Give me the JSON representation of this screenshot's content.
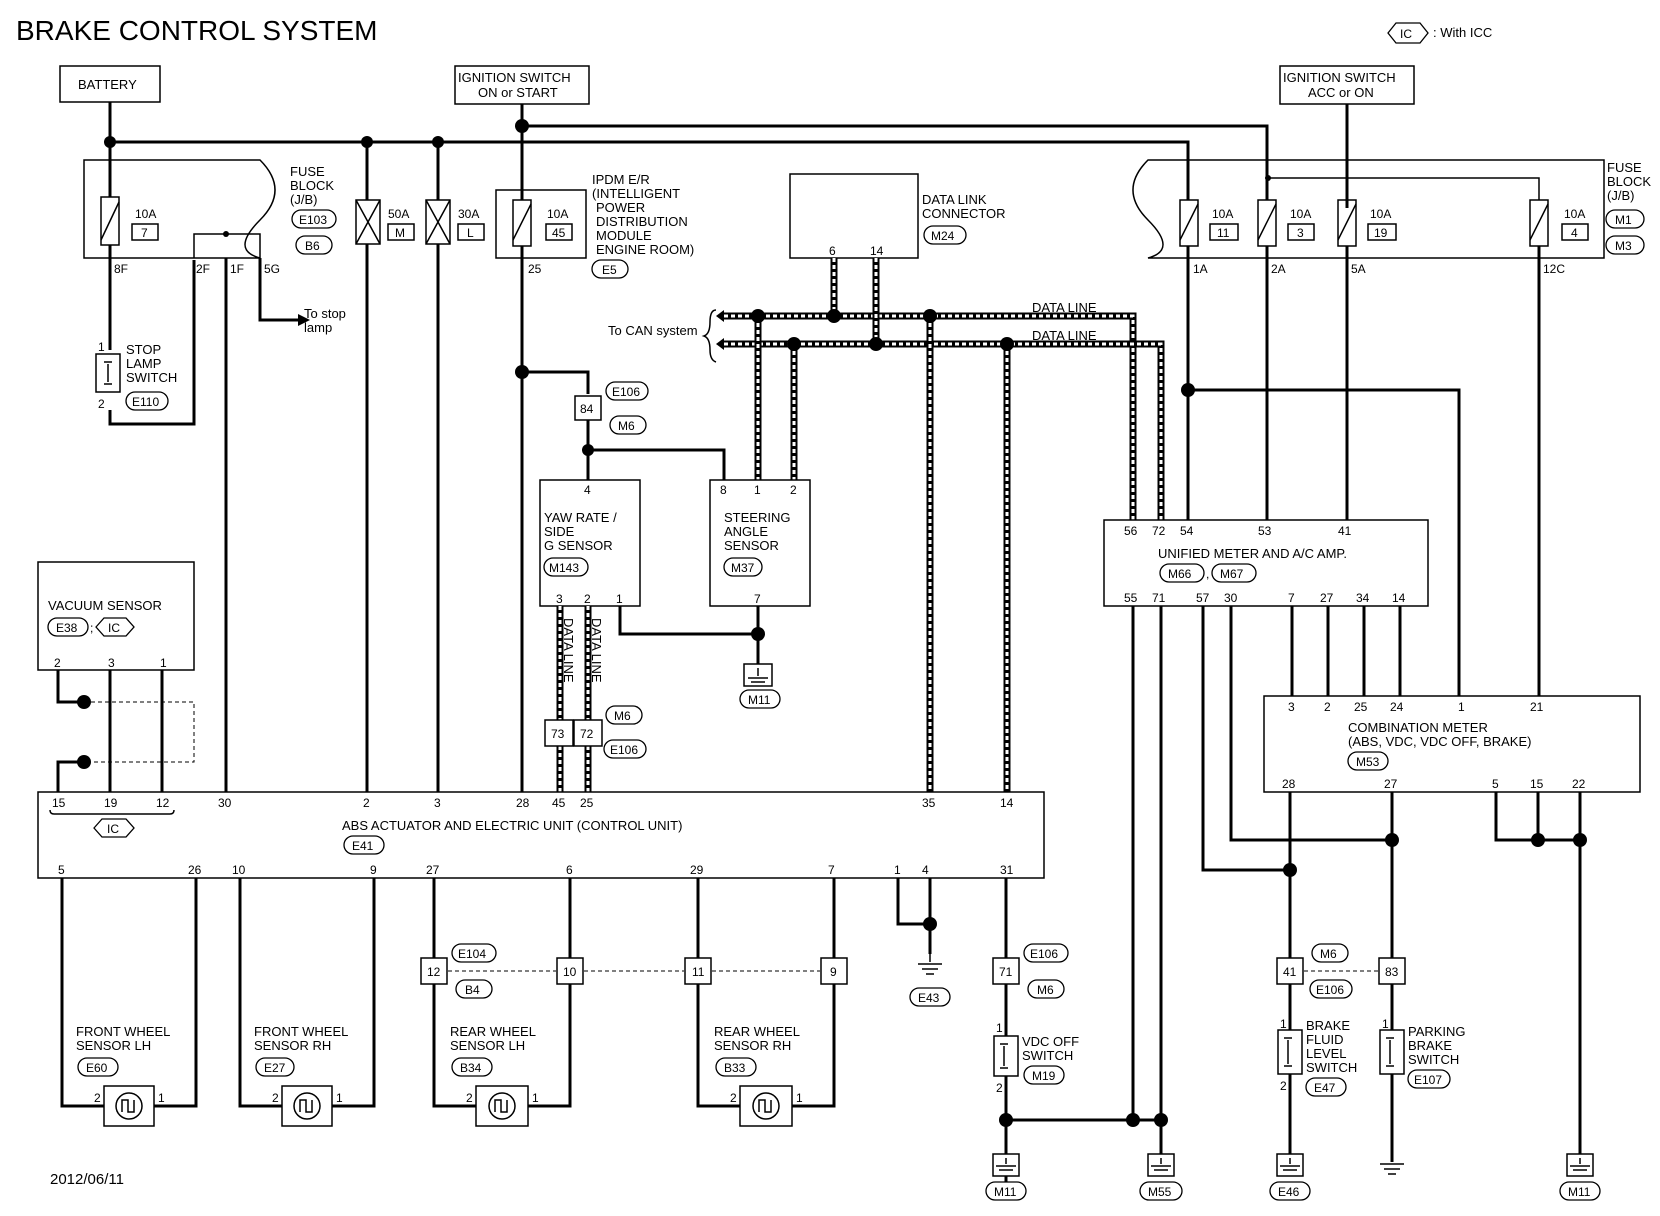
{
  "title": "BRAKE CONTROL SYSTEM",
  "legend": {
    "symbol": "IC",
    "text": ": With ICC"
  },
  "date": "2012/06/11",
  "labels": {
    "battery": "BATTERY",
    "ign_on_start": [
      "IGNITION SWITCH",
      "ON or START"
    ],
    "ign_acc_on": [
      "IGNITION SWITCH",
      "ACC or ON"
    ],
    "fuse_block_left": [
      "FUSE",
      "BLOCK",
      "(J/B)"
    ],
    "fuse_block_right": [
      "FUSE",
      "BLOCK",
      "(J/B)"
    ],
    "ipdm": [
      "IPDM E/R",
      "(INTELLIGENT",
      "POWER",
      "DISTRIBUTION",
      "MODULE",
      "ENGINE ROOM)"
    ],
    "data_link": [
      "DATA LINK",
      "CONNECTOR"
    ],
    "stop_lamp_switch": [
      "STOP",
      "LAMP",
      "SWITCH"
    ],
    "to_stop_lamp": [
      "To stop",
      "lamp"
    ],
    "to_can": "To CAN system",
    "data_line": "DATA LINE",
    "yaw": [
      "YAW RATE /",
      "SIDE",
      "G SENSOR"
    ],
    "steering": [
      "STEERING",
      "ANGLE",
      "SENSOR"
    ],
    "vacuum": "VACUUM SENSOR",
    "abs": "ABS ACTUATOR AND ELECTRIC UNIT (CONTROL UNIT)",
    "unified": "UNIFIED METER AND A/C AMP.",
    "combination": [
      "COMBINATION METER",
      "(ABS, VDC, VDC OFF, BRAKE)"
    ],
    "fw_lh": [
      "FRONT WHEEL",
      "SENSOR LH"
    ],
    "fw_rh": [
      "FRONT WHEEL",
      "SENSOR RH"
    ],
    "rw_lh": [
      "REAR WHEEL",
      "SENSOR LH"
    ],
    "rw_rh": [
      "REAR WHEEL",
      "SENSOR RH"
    ],
    "vdc_off": [
      "VDC OFF",
      "SWITCH"
    ],
    "brake_fluid": [
      "BRAKE",
      "FLUID",
      "LEVEL",
      "SWITCH"
    ],
    "parking_brake": [
      "PARKING",
      "BRAKE",
      "SWITCH"
    ]
  },
  "fuses": {
    "f7": [
      "10A",
      "7"
    ],
    "f_m": [
      "50A",
      "M"
    ],
    "f_l": [
      "30A",
      "L"
    ],
    "f45": [
      "10A",
      "45"
    ],
    "f11": [
      "10A",
      "11"
    ],
    "f3": [
      "10A",
      "3"
    ],
    "f19": [
      "10A",
      "19"
    ],
    "f4": [
      "10A",
      "4"
    ]
  },
  "connectors": {
    "e103": "E103",
    "b6": "B6",
    "e5": "E5",
    "m24": "M24",
    "e110": "E110",
    "e106a": "E106",
    "m6a": "M6",
    "m143": "M143",
    "m37": "M37",
    "m11a": "M11",
    "m6b": "M6",
    "e106b": "E106",
    "e38": "E38",
    "e41": "E41",
    "m1": "M1",
    "m3": "M3",
    "m66": "M66",
    "m67": "M67",
    "m53": "M53",
    "e104": "E104",
    "b4": "B4",
    "e43": "E43",
    "e106c": "E106",
    "m6c": "M6",
    "m19": "M19",
    "m6d": "M6",
    "e106d": "E106",
    "e47": "E47",
    "e107": "E107",
    "e60": "E60",
    "e27": "E27",
    "b34": "B34",
    "b33": "B33",
    "m11b": "M11",
    "m55": "M55",
    "e46": "E46",
    "m11c": "M11"
  },
  "pins": {
    "fb_left": [
      "8F",
      "2F",
      "1F",
      "5G"
    ],
    "ipdm": "25",
    "dlc": [
      "6",
      "14"
    ],
    "fb_right": [
      "1A",
      "2A",
      "5A",
      "12C"
    ],
    "stop_sw": [
      "1",
      "2"
    ],
    "j84": "84",
    "yaw_top": "4",
    "yaw_bottom": [
      "3",
      "2",
      "1"
    ],
    "steer_top": [
      "8",
      "1",
      "2"
    ],
    "steer_bottom": "7",
    "j73": "73",
    "j72": "72",
    "vac": [
      "2",
      "3",
      "1"
    ],
    "abs_top": [
      "15",
      "19",
      "12",
      "30",
      "2",
      "3",
      "28",
      "45",
      "25",
      "35",
      "14"
    ],
    "abs_bottom": [
      "5",
      "26",
      "10",
      "9",
      "27",
      "6",
      "29",
      "7",
      "1",
      "4",
      "31"
    ],
    "unified_top": [
      "56",
      "72",
      "54",
      "53",
      "41"
    ],
    "unified_bottom": [
      "55",
      "71",
      "57",
      "30",
      "7",
      "27",
      "34",
      "14"
    ],
    "comb_top": [
      "3",
      "2",
      "25",
      "24",
      "1",
      "21"
    ],
    "comb_bottom": [
      "28",
      "27",
      "5",
      "15",
      "22"
    ],
    "jcon": [
      "12",
      "10",
      "11",
      "9"
    ],
    "j71": "71",
    "j41": "41",
    "j83": "83",
    "sensor": [
      "2",
      "1"
    ],
    "sw12": [
      "1",
      "2"
    ]
  }
}
